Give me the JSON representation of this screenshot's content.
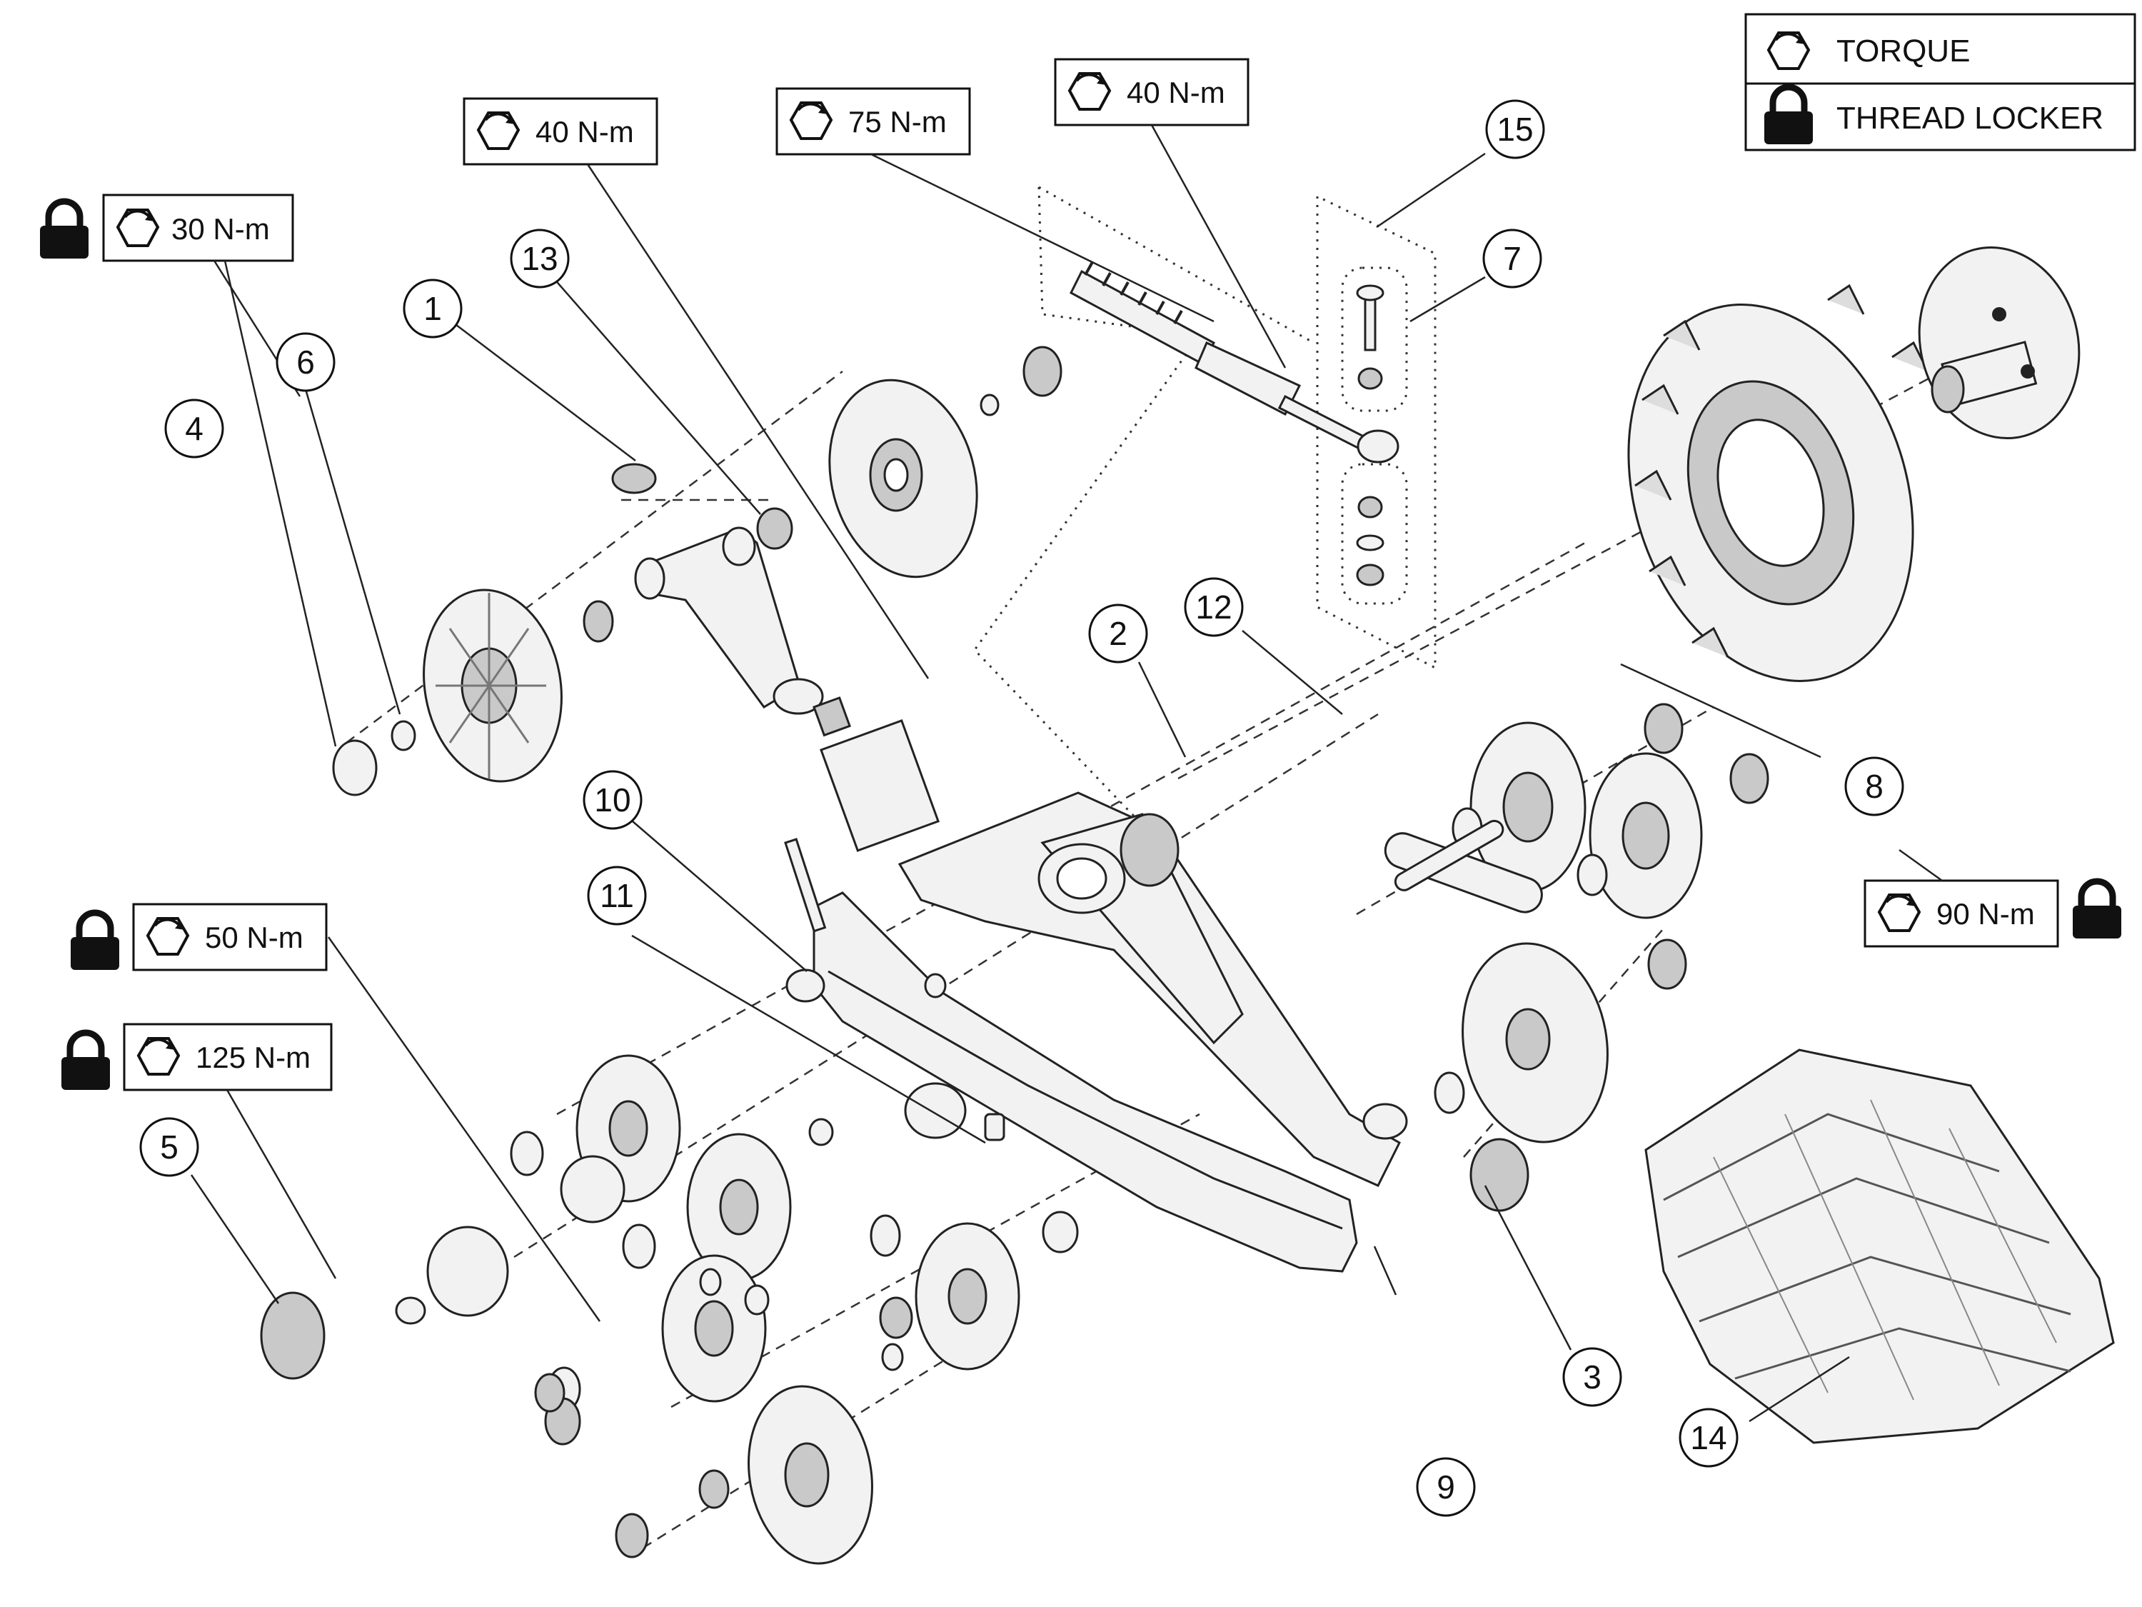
{
  "legend": {
    "torque_label": "TORQUE",
    "thread_locker_label": "THREAD LOCKER"
  },
  "torque_labels": {
    "t_30": "30 N-m",
    "t_40a": "40 N-m",
    "t_75": "75 N-m",
    "t_40b": "40 N-m",
    "t_50": "50 N-m",
    "t_125": "125 N-m",
    "t_90": "90 N-m"
  },
  "callouts": {
    "c1": "1",
    "c2": "2",
    "c3": "3",
    "c4": "4",
    "c5": "5",
    "c6": "6",
    "c7": "7",
    "c8": "8",
    "c9": "9",
    "c10": "10",
    "c11": "11",
    "c12": "12",
    "c13": "13",
    "c14": "14",
    "c15": "15"
  },
  "icons": {
    "torque": "torque-wrench-hex-icon",
    "thread_locker": "padlock-icon"
  }
}
